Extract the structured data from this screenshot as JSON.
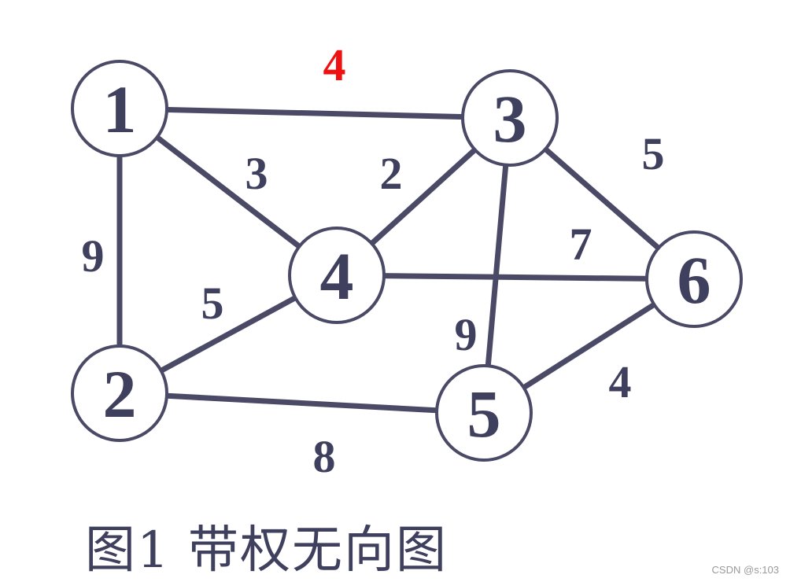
{
  "diagram": {
    "nodes": [
      {
        "id": "1",
        "label": "1"
      },
      {
        "id": "2",
        "label": "2"
      },
      {
        "id": "3",
        "label": "3"
      },
      {
        "id": "4",
        "label": "4"
      },
      {
        "id": "5",
        "label": "5"
      },
      {
        "id": "6",
        "label": "6"
      }
    ],
    "edges": [
      {
        "from": "1",
        "to": "3",
        "weight": "4",
        "color": "#ee1111"
      },
      {
        "from": "1",
        "to": "4",
        "weight": "3"
      },
      {
        "from": "1",
        "to": "2",
        "weight": "9"
      },
      {
        "from": "3",
        "to": "4",
        "weight": "2"
      },
      {
        "from": "3",
        "to": "6",
        "weight": "5"
      },
      {
        "from": "3",
        "to": "5",
        "weight": "9"
      },
      {
        "from": "4",
        "to": "6",
        "weight": "7"
      },
      {
        "from": "2",
        "to": "4",
        "weight": "5"
      },
      {
        "from": "2",
        "to": "5",
        "weight": "8"
      },
      {
        "from": "5",
        "to": "6",
        "weight": "4"
      }
    ]
  },
  "caption": "图1  带权无向图",
  "watermark": "CSDN @s:103"
}
